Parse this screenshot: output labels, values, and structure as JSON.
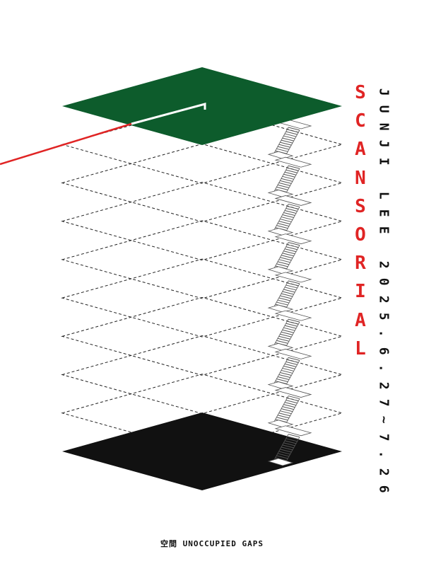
{
  "poster": {
    "title_letters": [
      "S",
      "C",
      "A",
      "N",
      "S",
      "O",
      "R",
      "I",
      "A",
      "L"
    ],
    "author_chars": [
      "J",
      "U",
      "N",
      "J",
      "I",
      " ",
      "L",
      "E",
      "E",
      " ",
      "2",
      "0",
      "2",
      "5",
      ".",
      "6",
      ".",
      "2",
      "7",
      "~",
      "7",
      ".",
      "2",
      "6"
    ],
    "caption": "空間 UNOCCUPIED GAPS",
    "dashed_floor_count": 8,
    "colors": {
      "top_floor": "#0d5c2c",
      "bottom_floor": "#111111",
      "title": "#e02424",
      "red_line": "#e02424",
      "dashes": "#222222",
      "stairs": "#555555"
    }
  }
}
